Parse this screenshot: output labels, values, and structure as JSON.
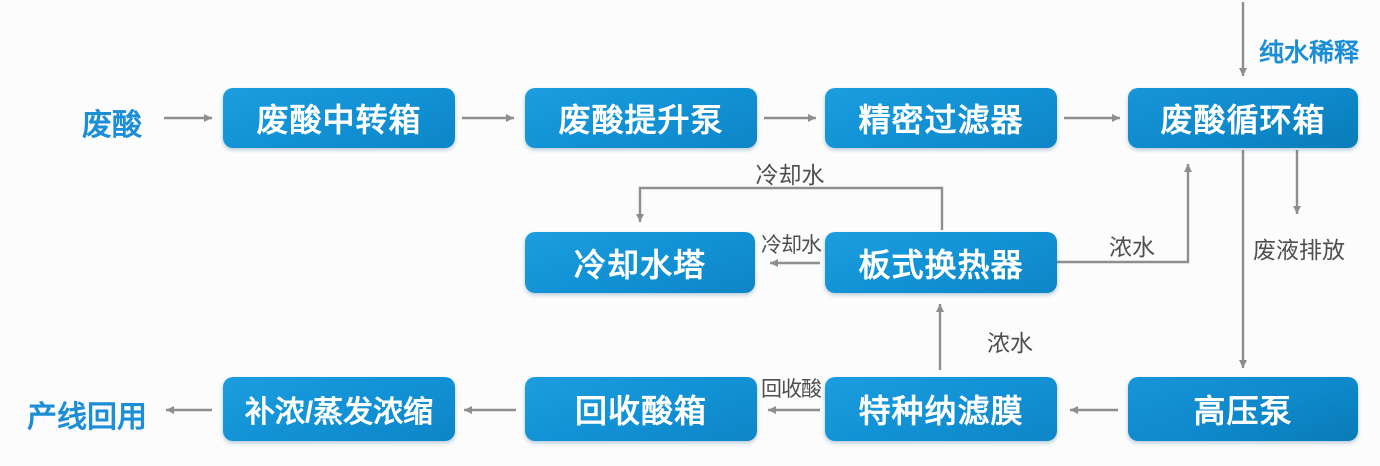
{
  "colors": {
    "node_fill": "#1193d6",
    "node_text": "#ffffff",
    "endpoint_blue": "#1b8ed6",
    "edge_label_gray": "#4f4f4f",
    "arrow_gray": "#8e8e8e"
  },
  "nodes": [
    {
      "id": "waste-acid-transfer-tank",
      "label": "废酸中转箱"
    },
    {
      "id": "waste-acid-lift-pump",
      "label": "废酸提升泵"
    },
    {
      "id": "precision-filter",
      "label": "精密过滤器"
    },
    {
      "id": "waste-acid-circulation-tank",
      "label": "废酸循环箱"
    },
    {
      "id": "cooling-water-tower",
      "label": "冷却水塔"
    },
    {
      "id": "plate-heat-exchanger",
      "label": "板式换热器"
    },
    {
      "id": "replenish-evaporation-concentrate",
      "label": "补浓/蒸发浓缩"
    },
    {
      "id": "recovered-acid-tank",
      "label": "回收酸箱"
    },
    {
      "id": "special-nanofiltration-membrane",
      "label": "特种纳滤膜"
    },
    {
      "id": "high-pressure-pump",
      "label": "高压泵"
    }
  ],
  "endpoints": [
    {
      "id": "waste-acid-input",
      "label": "废酸"
    },
    {
      "id": "production-line-reuse",
      "label": "产线回用"
    },
    {
      "id": "pure-water-dilution",
      "label": "纯水稀释"
    }
  ],
  "edge_labels": [
    {
      "id": "cooling-water-return",
      "label": "冷却水"
    },
    {
      "id": "cooling-water-supply",
      "label": "冷却水"
    },
    {
      "id": "concentrated-water-recycle",
      "label": "浓水"
    },
    {
      "id": "waste-liquid-discharge",
      "label": "废液排放"
    },
    {
      "id": "concentrated-water-up",
      "label": "浓水"
    },
    {
      "id": "recovered-acid",
      "label": "回收酸"
    }
  ]
}
